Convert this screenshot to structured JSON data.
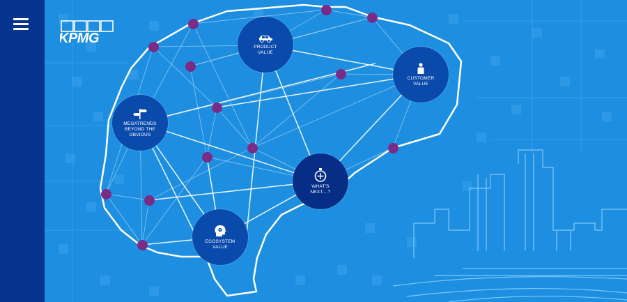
{
  "logo": {
    "text": "KPMG"
  },
  "menu": {
    "icon": "hamburger-menu-icon"
  },
  "colors": {
    "background": "#1e8fe0",
    "sidebar": "#07348c",
    "hub": "#0a4aab",
    "hub_dark": "#062e86",
    "dot": "#7a2b86",
    "line": "#ffffff"
  },
  "hubs": [
    {
      "id": "product-value",
      "label": "PRODUCT\nVALUE",
      "icon": "car-icon"
    },
    {
      "id": "customer-value",
      "label": "CUSTOMER\nVALUE",
      "icon": "person-icon"
    },
    {
      "id": "megatrends",
      "label": "MEGATRENDS\nBEYOND THE\nOBVIOUS",
      "icon": "signpost-icon"
    },
    {
      "id": "whats-next",
      "label": "WHAT'S\nNEXT....?",
      "icon": "compass-icon"
    },
    {
      "id": "ecosystem-value",
      "label": "ECOSYSTEM\nVALUE",
      "icon": "head-gear-icon"
    }
  ]
}
